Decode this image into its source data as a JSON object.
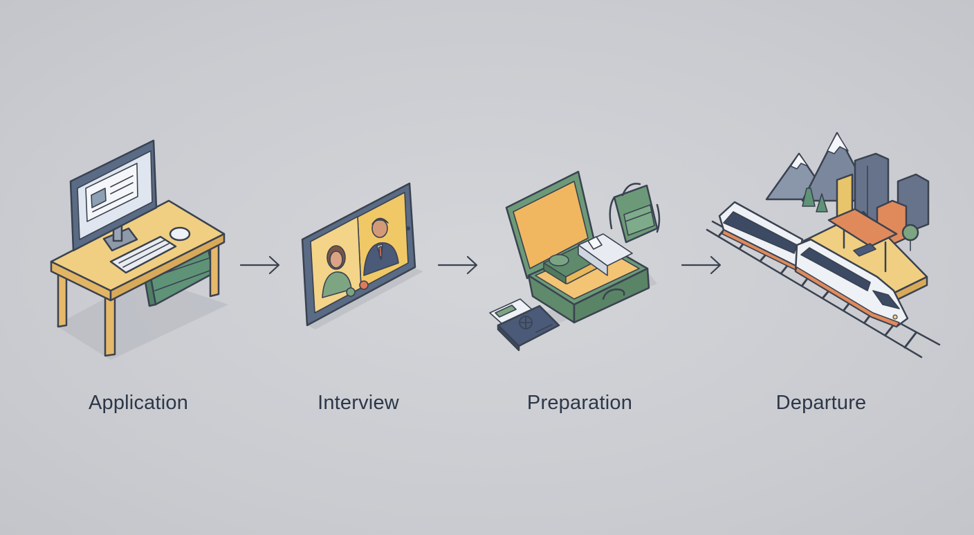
{
  "steps": [
    {
      "label": "Application",
      "icon": "desk-computer-icon"
    },
    {
      "label": "Interview",
      "icon": "video-call-tablet-icon"
    },
    {
      "label": "Preparation",
      "icon": "suitcase-packing-icon"
    },
    {
      "label": "Departure",
      "icon": "train-departure-icon"
    }
  ],
  "connectors": [
    "arrow-right-icon",
    "arrow-right-icon",
    "arrow-right-icon"
  ],
  "colors": {
    "background": "#cbcdd1",
    "outline": "#3a4250",
    "wood": "#f0cf82",
    "green": "#7da582",
    "blue_grey": "#66738a",
    "orange": "#e08a5c",
    "screen": "#dde3ec",
    "label_text": "#2d3748"
  }
}
